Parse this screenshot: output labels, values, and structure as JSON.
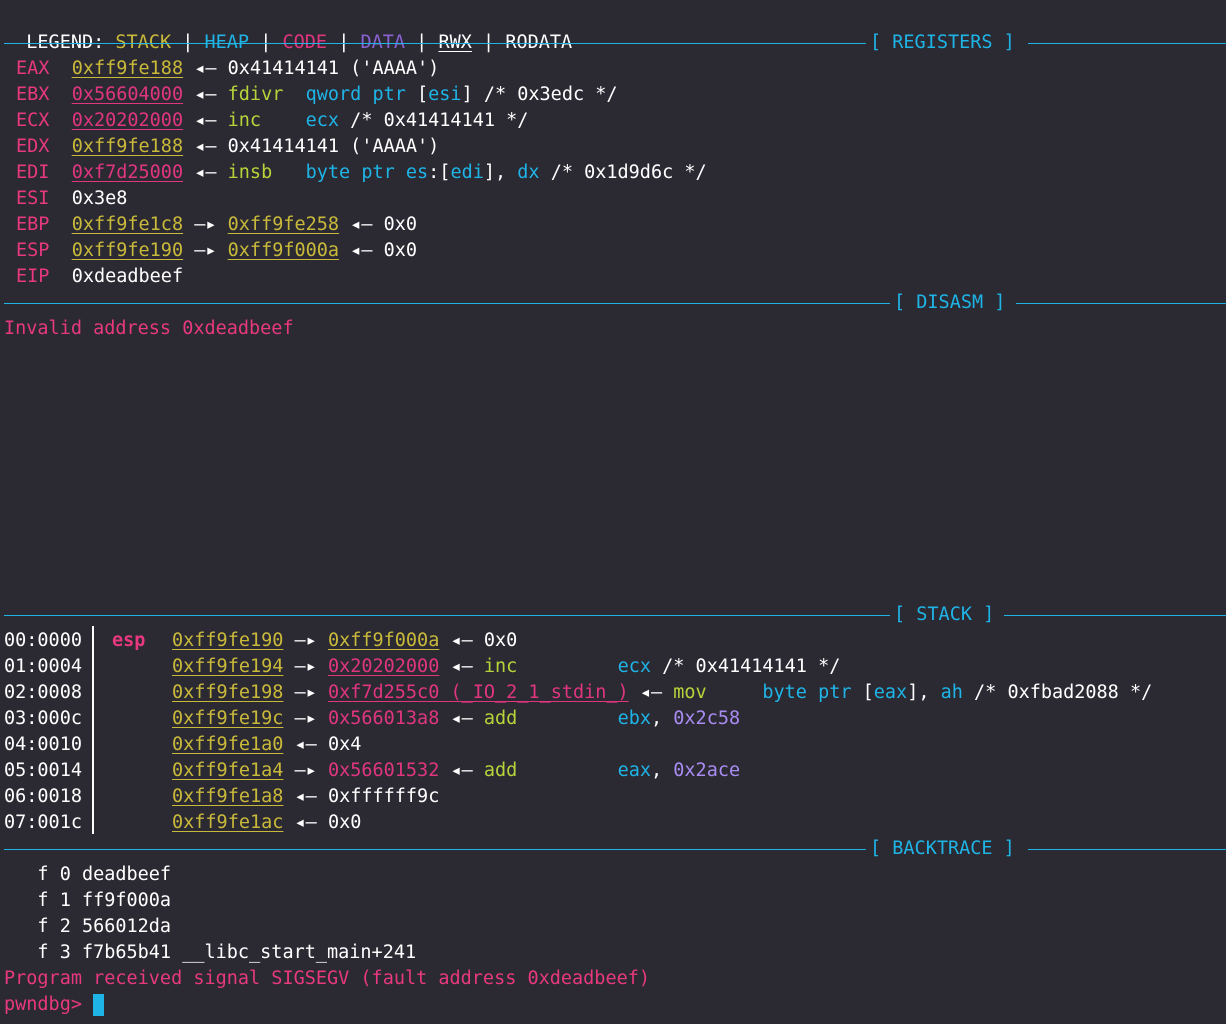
{
  "legend": {
    "label": "LEGEND:",
    "stack": "STACK",
    "heap": "HEAP",
    "code": "CODE",
    "data": "DATA",
    "rwx": "RWX",
    "rodata": "RODATA",
    "sep": " | "
  },
  "sections": {
    "registers": "[ REGISTERS ]",
    "disasm": "[ DISASM ]",
    "stack": "[ STACK ]",
    "backtrace": "[ BACKTRACE ]"
  },
  "registers": [
    {
      "name": "EAX",
      "addr": "0xff9fe188",
      "addr_kind": "stack",
      "rest": [
        [
          "arrow",
          " ◂— "
        ],
        [
          "plain",
          "0x41414141 ('AAAA')"
        ]
      ]
    },
    {
      "name": "EBX",
      "addr": "0x56604000",
      "addr_kind": "code",
      "rest": [
        [
          "arrow",
          " ◂— "
        ],
        [
          "mn",
          "fdivr  "
        ],
        [
          "op",
          "qword ptr "
        ],
        [
          "plain",
          "["
        ],
        [
          "op",
          "esi"
        ],
        [
          "plain",
          "] /* 0x3edc */"
        ]
      ]
    },
    {
      "name": "ECX",
      "addr": "0x20202000",
      "addr_kind": "code",
      "rest": [
        [
          "arrow",
          " ◂— "
        ],
        [
          "mn",
          "inc    "
        ],
        [
          "op",
          "ecx"
        ],
        [
          "plain",
          " /* 0x41414141 */"
        ]
      ]
    },
    {
      "name": "EDX",
      "addr": "0xff9fe188",
      "addr_kind": "stack",
      "rest": [
        [
          "arrow",
          " ◂— "
        ],
        [
          "plain",
          "0x41414141 ('AAAA')"
        ]
      ]
    },
    {
      "name": "EDI",
      "addr": "0xf7d25000",
      "addr_kind": "code",
      "rest": [
        [
          "arrow",
          " ◂— "
        ],
        [
          "mn",
          "insb   "
        ],
        [
          "op",
          "byte ptr es"
        ],
        [
          "plain",
          ":["
        ],
        [
          "op",
          "edi"
        ],
        [
          "plain",
          "], "
        ],
        [
          "op",
          "dx"
        ],
        [
          "plain",
          " /* 0x1d9d6c */"
        ]
      ]
    },
    {
      "name": "ESI",
      "addr": "0x3e8",
      "addr_kind": "plain",
      "rest": []
    },
    {
      "name": "EBP",
      "addr": "0xff9fe1c8",
      "addr_kind": "stack",
      "rest": [
        [
          "arrow",
          " —▸ "
        ],
        [
          "stack",
          "0xff9fe258"
        ],
        [
          "arrow",
          " ◂— "
        ],
        [
          "plain",
          "0x0"
        ]
      ]
    },
    {
      "name": "ESP",
      "addr": "0xff9fe190",
      "addr_kind": "stack",
      "rest": [
        [
          "arrow",
          " —▸ "
        ],
        [
          "stack",
          "0xff9f000a"
        ],
        [
          "arrow",
          " ◂— "
        ],
        [
          "plain",
          "0x0"
        ]
      ]
    },
    {
      "name": "EIP",
      "addr": "0xdeadbeef",
      "addr_kind": "plain",
      "rest": []
    }
  ],
  "disasm": {
    "message": "Invalid address 0xdeadbeef"
  },
  "stack": [
    {
      "idx": "00:0000",
      "label": "esp",
      "addr": "0xff9fe190",
      "rest": [
        [
          "arrow",
          " —▸ "
        ],
        [
          "stack",
          "0xff9f000a"
        ],
        [
          "arrow",
          " ◂— "
        ],
        [
          "plain",
          "0x0"
        ]
      ]
    },
    {
      "idx": "01:0004",
      "label": "",
      "addr": "0xff9fe194",
      "rest": [
        [
          "arrow",
          " —▸ "
        ],
        [
          "code",
          "0x20202000"
        ],
        [
          "arrow",
          " ◂— "
        ],
        [
          "mn",
          "inc    "
        ],
        [
          "plainpad",
          "     "
        ],
        [
          "op",
          "ecx"
        ],
        [
          "plain",
          " /* 0x41414141 */"
        ]
      ]
    },
    {
      "idx": "02:0008",
      "label": "",
      "addr": "0xff9fe198",
      "rest": [
        [
          "arrow",
          " —▸ "
        ],
        [
          "code",
          "0xf7d255c0 (_IO_2_1_stdin_)"
        ],
        [
          "arrow",
          " ◂— "
        ],
        [
          "mn",
          "mov"
        ],
        [
          "plainpad",
          "     "
        ],
        [
          "op",
          "byte ptr "
        ],
        [
          "plain",
          "["
        ],
        [
          "op",
          "eax"
        ],
        [
          "plain",
          "], "
        ],
        [
          "op",
          "ah"
        ],
        [
          "plain",
          " /* 0xfbad2088 */"
        ]
      ]
    },
    {
      "idx": "03:000c",
      "label": "",
      "addr": "0xff9fe19c",
      "rest": [
        [
          "arrow",
          " —▸ "
        ],
        [
          "codeplain",
          "0x566013a8"
        ],
        [
          "arrow",
          " ◂— "
        ],
        [
          "mn",
          "add    "
        ],
        [
          "plainpad",
          "     "
        ],
        [
          "op",
          "ebx"
        ],
        [
          "plain",
          ", "
        ],
        [
          "num",
          "0x2c58"
        ]
      ]
    },
    {
      "idx": "04:0010",
      "label": "",
      "addr": "0xff9fe1a0",
      "rest": [
        [
          "arrow",
          " ◂— "
        ],
        [
          "plain",
          "0x4"
        ]
      ]
    },
    {
      "idx": "05:0014",
      "label": "",
      "addr": "0xff9fe1a4",
      "rest": [
        [
          "arrow",
          " —▸ "
        ],
        [
          "codeplain",
          "0x56601532"
        ],
        [
          "arrow",
          " ◂— "
        ],
        [
          "mn",
          "add    "
        ],
        [
          "plainpad",
          "     "
        ],
        [
          "op",
          "eax"
        ],
        [
          "plain",
          ", "
        ],
        [
          "num",
          "0x2ace"
        ]
      ]
    },
    {
      "idx": "06:0018",
      "label": "",
      "addr": "0xff9fe1a8",
      "rest": [
        [
          "arrow",
          " ◂— "
        ],
        [
          "plain",
          "0xffffff9c"
        ]
      ]
    },
    {
      "idx": "07:001c",
      "label": "",
      "addr": "0xff9fe1ac",
      "rest": [
        [
          "arrow",
          " ◂— "
        ],
        [
          "plain",
          "0x0"
        ]
      ]
    }
  ],
  "backtrace": [
    "   f 0 deadbeef",
    "   f 1 ff9f000a",
    "   f 2 566012da",
    "   f 3 f7b65b41 __libc_start_main+241"
  ],
  "signal": "Program received signal SIGSEGV (fault address 0xdeadbeef)",
  "prompt": "pwndbg> ",
  "colors": {
    "background": "#2b2a33",
    "stack": "#c9b93a",
    "heap": "#1fb4e6",
    "code": "#e0357f",
    "data": "#8a62d4",
    "mnemonic": "#b6d43a",
    "number": "#a98cf2"
  }
}
